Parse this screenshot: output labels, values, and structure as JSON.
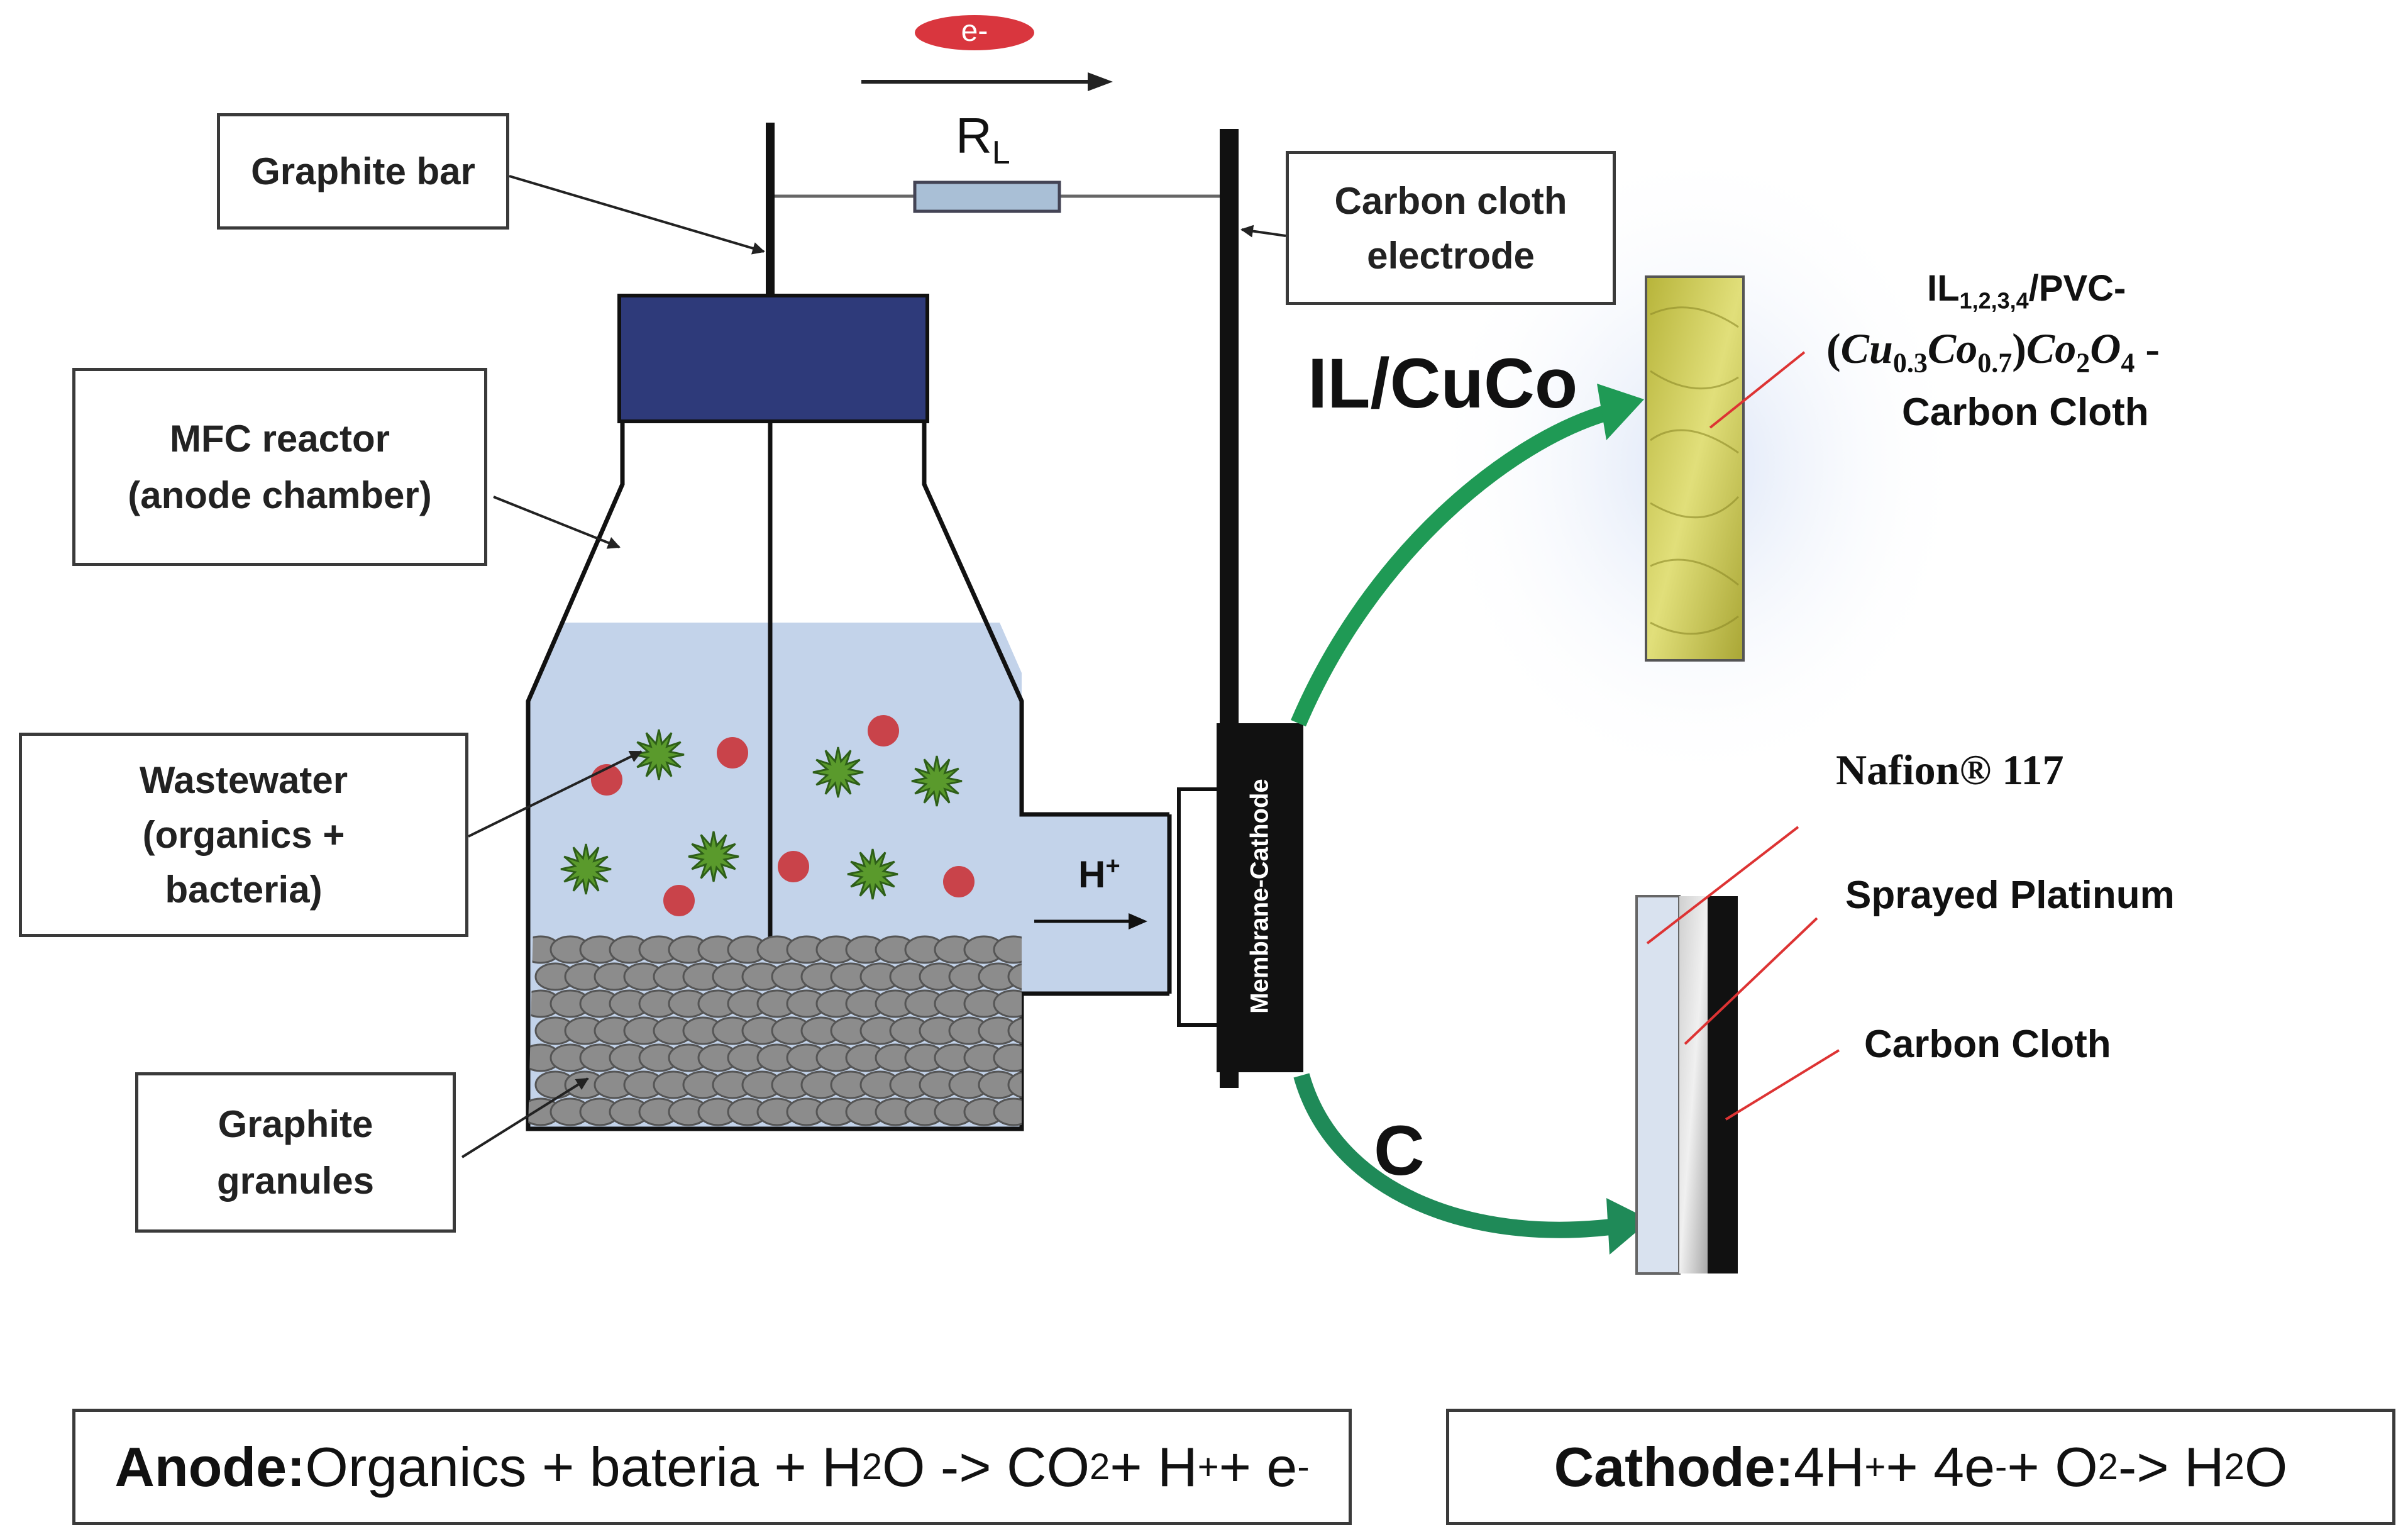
{
  "electron": {
    "label": "e-"
  },
  "resistor": {
    "label_main": "R",
    "label_sub": "L"
  },
  "labels": {
    "graphite_bar": "Graphite bar",
    "carbon_cloth_electrode_line1": "Carbon cloth",
    "carbon_cloth_electrode_line2": "electrode",
    "mfc_reactor_line1": "MFC  reactor",
    "mfc_reactor_line2": "(anode chamber)",
    "wastewater_line1": "Wastewater",
    "wastewater_line2": "(organics +",
    "wastewater_line3": "bacteria)",
    "graphite_granules_line1": "Graphite",
    "graphite_granules_line2": "granules",
    "membrane_cathode": "Membrane-Cathode",
    "proton": "H",
    "proton_charge": "+",
    "il_cuco": "IL/CuCo",
    "c_label": "C",
    "il_formula_prefix": "IL",
    "il_formula_sub": "1,2,3,4",
    "il_formula_suffix": "/PVC-",
    "il_formula_open": "(",
    "il_formula_cu": "Cu",
    "il_formula_cu_sub": "0.3",
    "il_formula_co": "Co",
    "il_formula_co_sub": "0.7",
    "il_formula_close": ")",
    "il_formula_co2": "Co",
    "il_formula_co2_sub": "2",
    "il_formula_o": "O",
    "il_formula_o_sub": "4",
    "il_formula_dash": " -",
    "il_formula_line3": "Carbon  Cloth",
    "nafion": "Nafion® 117",
    "sprayed_platinum": "Sprayed Platinum",
    "carbon_cloth": "Carbon Cloth"
  },
  "equations": {
    "anode_bold": "Anode:",
    "anode_text1": " Organics + bateria + H",
    "anode_sub1": "2",
    "anode_text2": "O -> CO",
    "anode_sub2": "2",
    "anode_text3": " + H",
    "anode_sup1": "+",
    "anode_text4": " + e",
    "anode_sup2": "-",
    "cathode_bold": "Cathode:",
    "cathode_text1": " 4H",
    "cathode_sup1": "+",
    "cathode_text2": " + 4e",
    "cathode_sup2": "-",
    "cathode_text3": " + O",
    "cathode_sub1": "2",
    "cathode_text4": " -> H",
    "cathode_sub2": "2",
    "cathode_text5": "O"
  },
  "colors": {
    "water": "#c3d3ea",
    "cap": "#2e3a7a",
    "granule": "#8c8c8c",
    "bacteria": "#5a9a2c",
    "particle": "#c9434a",
    "arrow_green": "#1f9a55",
    "il_cloth": "#c8c84a",
    "electron": "#d9363e"
  }
}
